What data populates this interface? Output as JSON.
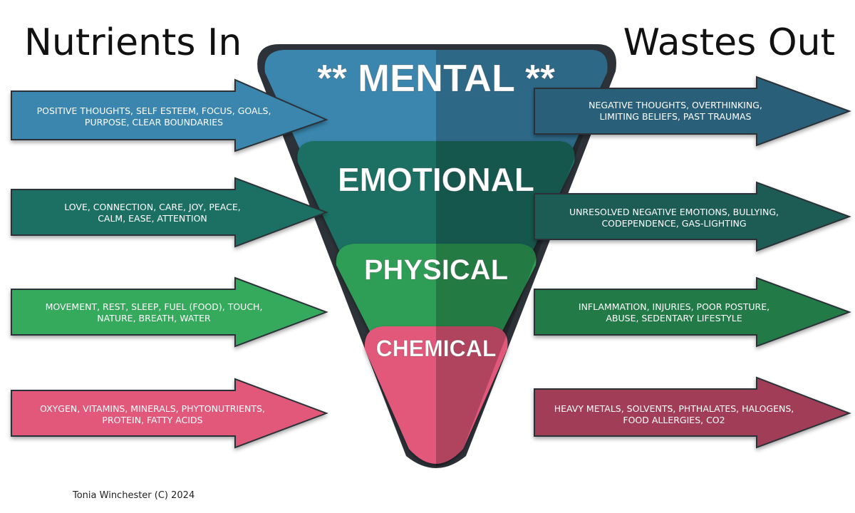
{
  "headings": {
    "left": "Nutrients In",
    "right": "Wastes Out"
  },
  "layers": [
    {
      "title": "** MENTAL **",
      "color": "#3a86ae"
    },
    {
      "title": "EMOTIONAL",
      "color": "#1f6f64"
    },
    {
      "title": "PHYSICAL",
      "color": "#2f9e57"
    },
    {
      "title": "CHEMICAL",
      "color": "#e2587a"
    }
  ],
  "inputs": [
    {
      "line1": "POSITIVE THOUGHTS, SELF ESTEEM, FOCUS, GOALS,",
      "line2": "PURPOSE, CLEAR BOUNDARIES",
      "color": "#3a86ae"
    },
    {
      "line1": "LOVE, CONNECTION, CARE, JOY, PEACE,",
      "line2": "CALM, EASE, ATTENTION",
      "color": "#1f6f64"
    },
    {
      "line1": "MOVEMENT, REST, SLEEP, FUEL (FOOD), TOUCH,",
      "line2": "NATURE, BREATH, WATER",
      "color": "#36a95c"
    },
    {
      "line1": "OXYGEN, VITAMINS, MINERALS, PHYTONUTRIENTS,",
      "line2": "PROTEIN, FATTY ACIDS",
      "color": "#e2587a"
    }
  ],
  "outputs": [
    {
      "line1": "NEGATIVE THOUGHTS, OVERTHINKING,",
      "line2": "LIMITING BELIEFS, PAST TRAUMAS",
      "color": "#2a5f79"
    },
    {
      "line1": "UNRESOLVED NEGATIVE EMOTIONS, BULLYING,",
      "line2": "CODEPENDENCE, GAS-LIGHTING",
      "color": "#1a5c55"
    },
    {
      "line1": "INFLAMMATION, INJURIES, POOR POSTURE,",
      "line2": "ABUSE, SEDENTARY LIFESTYLE",
      "color": "#237a47"
    },
    {
      "line1": "HEAVY METALS, SOLVENTS, PHTHALATES, HALOGENS,",
      "line2": "FOOD ALLERGIES, CO2",
      "color": "#a23c58"
    }
  ],
  "credit": "Tonia Winchester (C) 2024"
}
